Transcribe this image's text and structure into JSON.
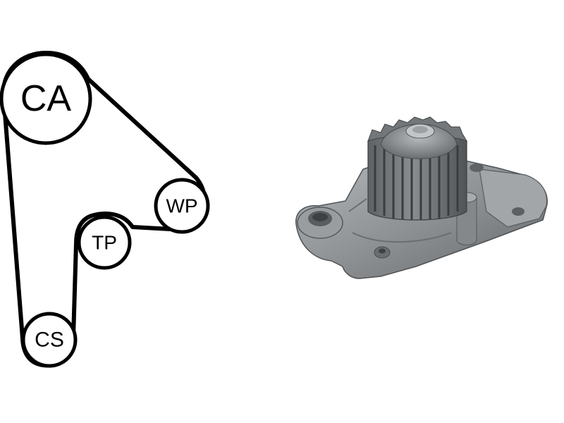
{
  "diagram": {
    "belt_color": "#000000",
    "pulleys": [
      {
        "id": "ca",
        "label": "CA"
      },
      {
        "id": "wp",
        "label": "WP"
      },
      {
        "id": "tp",
        "label": "TP"
      },
      {
        "id": "cs",
        "label": "CS"
      }
    ]
  },
  "product_image": {
    "subject": "water-pump",
    "colors": {
      "body": "#8f9294",
      "shadow": "#5e6163",
      "highlight": "#b9bcbe",
      "gear": "#6f7274"
    }
  }
}
